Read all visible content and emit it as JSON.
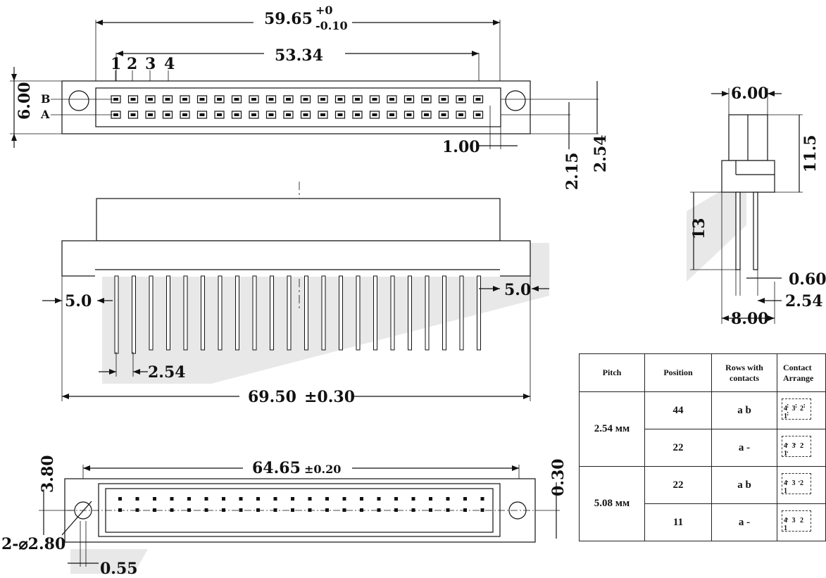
{
  "top_view": {
    "overall_width": "59.65",
    "overall_tol_upper": "+0",
    "overall_tol_lower": "-0.10",
    "pin_span": "53.34",
    "pin_numbers": [
      "1",
      "2",
      "3",
      "4"
    ],
    "row_labels": [
      "B",
      "A"
    ],
    "height": "6.00",
    "edge_offset": "1.00",
    "row_offset": "2.15",
    "row_pitch": "2.54"
  },
  "front_view": {
    "left_margin": "5.0",
    "right_margin": "5.0",
    "pin_pitch": "2.54",
    "overall_width": "69.50",
    "overall_tol": "±0.30"
  },
  "side_view": {
    "body_width": "6.00",
    "body_height": "11.5",
    "pin_length": "13",
    "pin_thickness": "0.60",
    "row_pitch": "2.54",
    "base_width": "8.00"
  },
  "bottom_view": {
    "mount_spacing": "64.65",
    "mount_tol": "±0.20",
    "hole_offset": "3.80",
    "edge_gap": "0.30",
    "hole_spec": "2-⌀2.80",
    "slot_gap": "0.55"
  },
  "table": {
    "headers": [
      "Pitch",
      "Position",
      "Rows with contacts",
      "Contact Arrange"
    ],
    "rows": [
      {
        "pitch": "2.54 мм",
        "position": "44",
        "rows": "a   b",
        "arrangement": "4 3 2 1"
      },
      {
        "pitch": "",
        "position": "22",
        "rows": "a   -",
        "arrangement": "4 3 2 1"
      },
      {
        "pitch": "5.08 мм",
        "position": "22",
        "rows": "a   b",
        "arrangement": "4 3 2 1"
      },
      {
        "pitch": "",
        "position": "11",
        "rows": "a   -",
        "arrangement": "4 3 2 1"
      }
    ]
  }
}
